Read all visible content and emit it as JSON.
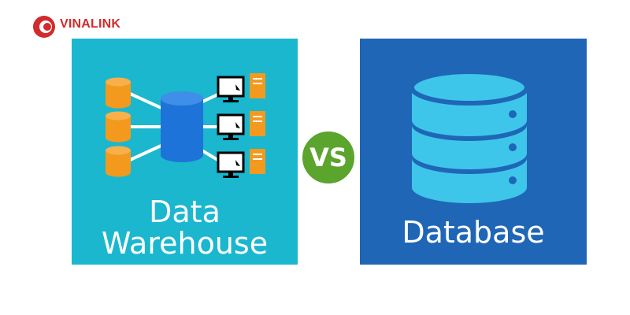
{
  "brand": {
    "name": "VINALINK",
    "color": "#d22b2b"
  },
  "left_panel": {
    "background": "#1ab7cf",
    "title_line1": "Data",
    "title_line2": "Warehouse",
    "source_color": "#f39a1e",
    "warehouse_color": "#1e73d8",
    "terminal_color": "#000000",
    "icons": [
      "database-source-icon",
      "data-warehouse-icon",
      "computer-terminal-icon"
    ]
  },
  "vs_badge": {
    "label": "VS",
    "color": "#5ba42d"
  },
  "right_panel": {
    "background": "#1f66b6",
    "title": "Database",
    "database_color": "#3ec6ea",
    "icon": "database-icon"
  }
}
